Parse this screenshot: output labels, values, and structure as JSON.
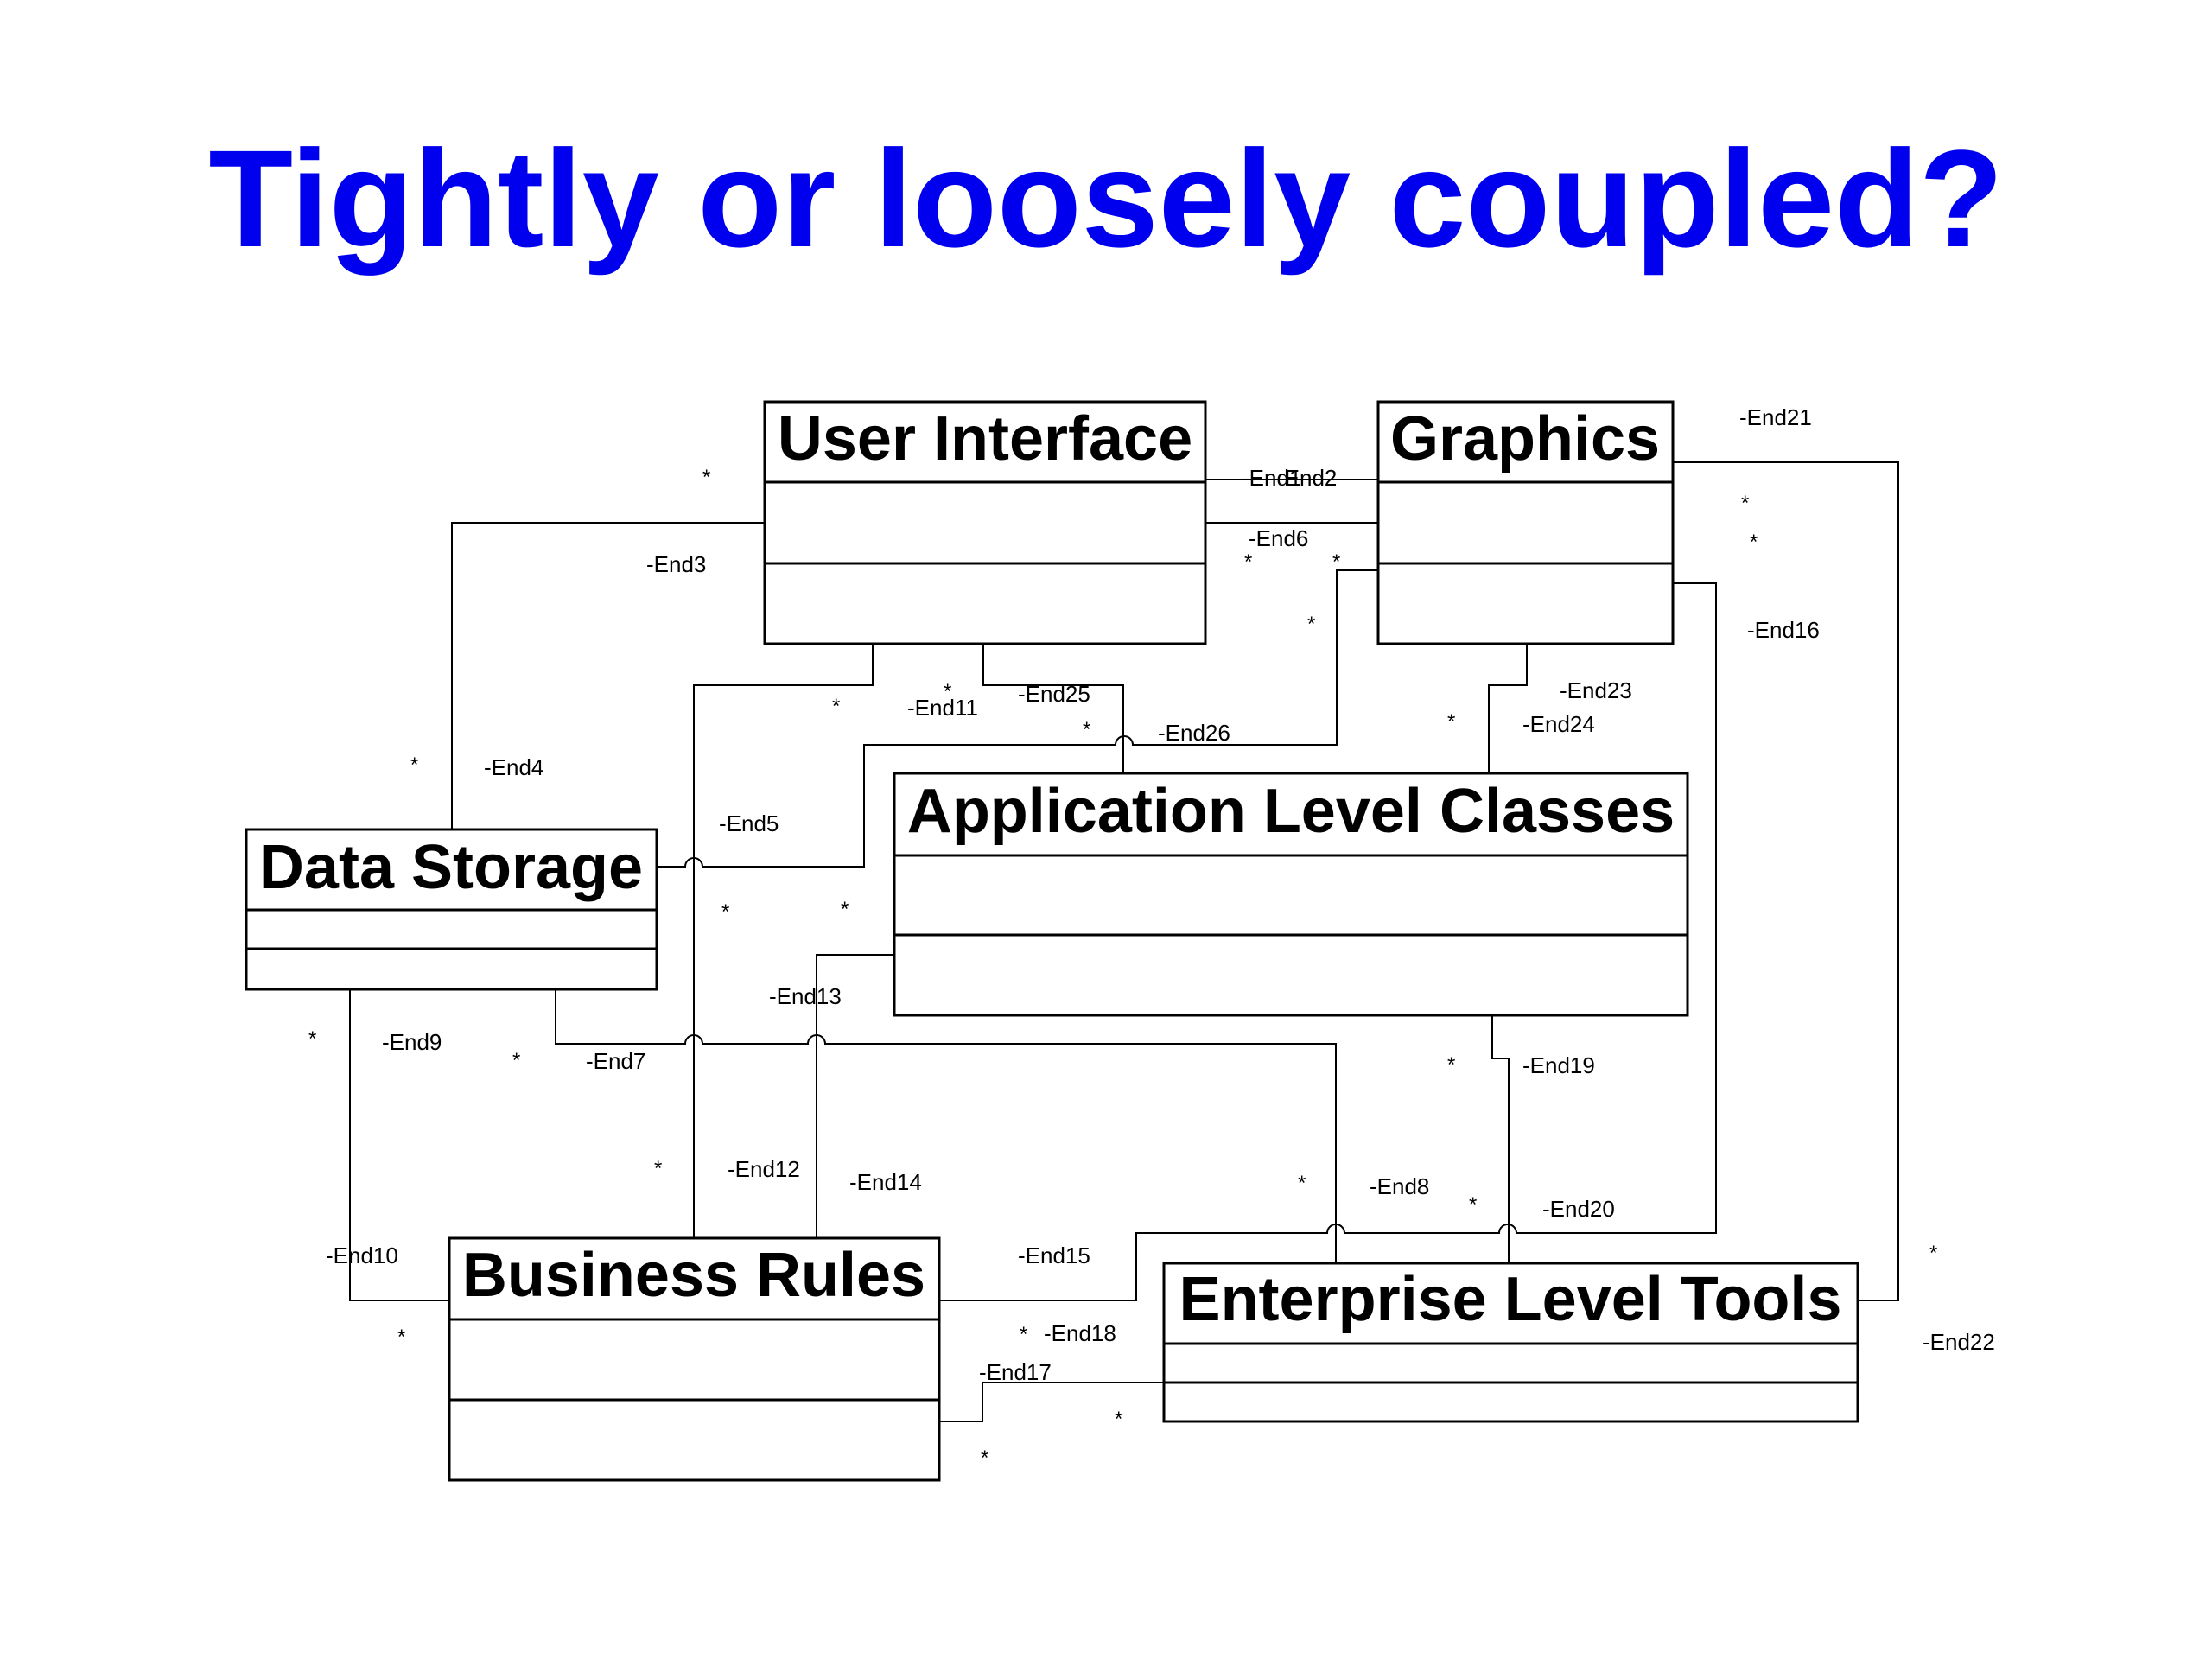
{
  "slide": {
    "title": "Tightly or loosely coupled?"
  },
  "classes": {
    "user_interface": "User Interface",
    "graphics": "Graphics",
    "application_level_classes": "Application Level Classes",
    "data_storage": "Data Storage",
    "business_rules": "Business Rules",
    "enterprise_level_tools": "Enterprise Level Tools"
  },
  "ends": {
    "end1": "-End1",
    "end2": "-End2",
    "end3": "-End3",
    "end4": "-End4",
    "end5": "-End5",
    "end6": "-End6",
    "end7": "-End7",
    "end8": "-End8",
    "end9": "-End9",
    "end10": "-End10",
    "end11": "-End11",
    "end12": "-End12",
    "end13": "-End13",
    "end14": "-End14",
    "end15": "-End15",
    "end16": "-End16",
    "end17": "-End17",
    "end18": "-End18",
    "end19": "-End19",
    "end20": "-End20",
    "end21": "-End21",
    "end22": "-End22",
    "end23": "-End23",
    "end24": "-End24",
    "end25": "-End25",
    "end26": "-End26"
  },
  "multiplicity": "*"
}
